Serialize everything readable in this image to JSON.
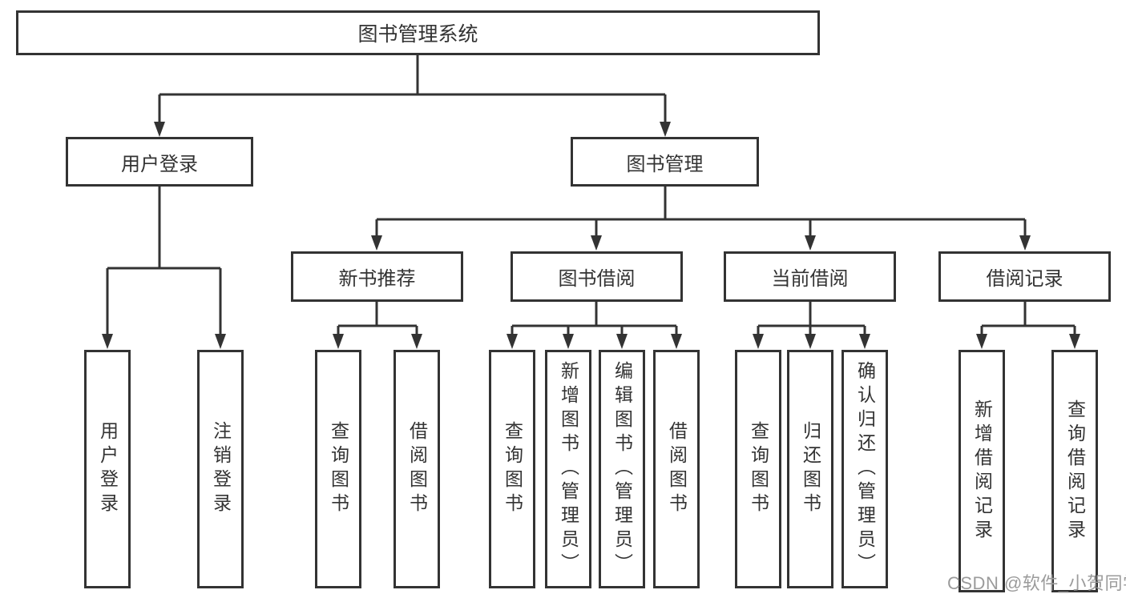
{
  "diagram": {
    "root": {
      "label": "图书管理系统",
      "children": [
        {
          "label": "用户登录",
          "children": [
            {
              "label": "用户登录"
            },
            {
              "label": "注销登录"
            }
          ]
        },
        {
          "label": "图书管理",
          "children": [
            {
              "label": "新书推荐",
              "children": [
                {
                  "label": "查询图书"
                },
                {
                  "label": "借阅图书"
                }
              ]
            },
            {
              "label": "图书借阅",
              "children": [
                {
                  "label": "查询图书"
                },
                {
                  "label": "新增图书（管理员）"
                },
                {
                  "label": "编辑图书（管理员）"
                },
                {
                  "label": "借阅图书"
                }
              ]
            },
            {
              "label": "当前借阅",
              "children": [
                {
                  "label": "查询图书"
                },
                {
                  "label": "归还图书"
                },
                {
                  "label": "确认归还（管理员）"
                }
              ]
            },
            {
              "label": "借阅记录",
              "children": [
                {
                  "label": "新增借阅记录"
                },
                {
                  "label": "查询借阅记录"
                }
              ]
            }
          ]
        }
      ]
    }
  },
  "watermark": "CSDN @软件_小贺同学",
  "colors": {
    "line": "#333333",
    "text": "#333333",
    "watermark": "#9b9b9b",
    "bg": "#ffffff"
  }
}
